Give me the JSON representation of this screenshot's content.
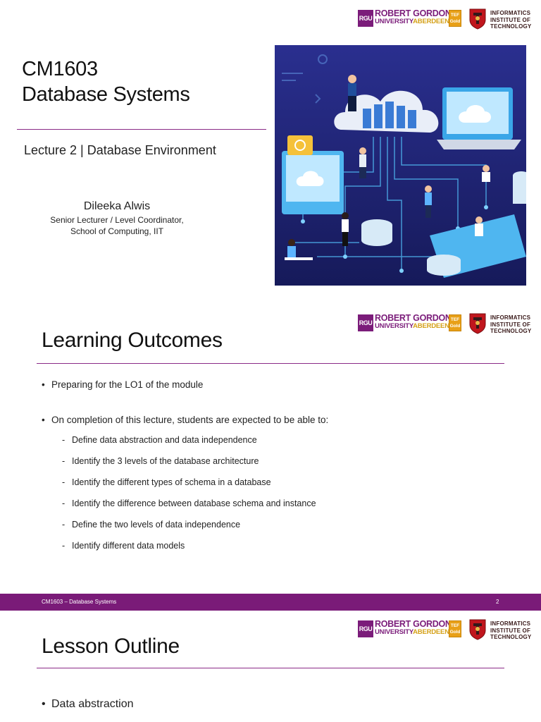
{
  "logos": {
    "rgu_badge": "RGU",
    "rgu_line1": "ROBERT GORDON",
    "rgu_university": "UNIVERSITY",
    "rgu_aberdeen": "ABERDEEN",
    "tef_top": "TEF",
    "tef_bottom": "Gold",
    "iit_line1": "INFORMATICS",
    "iit_line2": "INSTITUTE OF",
    "iit_line3": "TECHNOLOGY",
    "rgu_color": "#7b1c7a",
    "aberdeen_color": "#d4a017",
    "tef_color": "#e8a018",
    "iit_color": "#c0161d"
  },
  "title_slide": {
    "course_code": "CM1603",
    "course_name": "Database Systems",
    "lecture": "Lecture 2 | Database Environment",
    "author_name": "Dileeka Alwis",
    "author_role_line1": "Senior Lecturer / Level Coordinator,",
    "author_role_line2": "School of Computing, IIT",
    "accent_color": "#8a2a87"
  },
  "outcomes_slide": {
    "title": "Learning Outcomes",
    "bullets": [
      "Preparing for the LO1 of the module",
      "On completion of this lecture, students are expected to be able to:"
    ],
    "sub_bullets": [
      "Define data abstraction and data independence",
      "Identify the 3 levels of the database architecture",
      "Identify the different types of schema in a database",
      "Identify the difference between database schema and instance",
      "Define the two levels of data independence",
      "Identify different data models"
    ],
    "sub_marker": "-",
    "footer_left": "CM1603 – Database Systems",
    "footer_page": "2",
    "footer_color": "#7a1b78"
  },
  "outline_slide": {
    "title": "Lesson Outline",
    "bullets": [
      "Data abstraction"
    ]
  }
}
